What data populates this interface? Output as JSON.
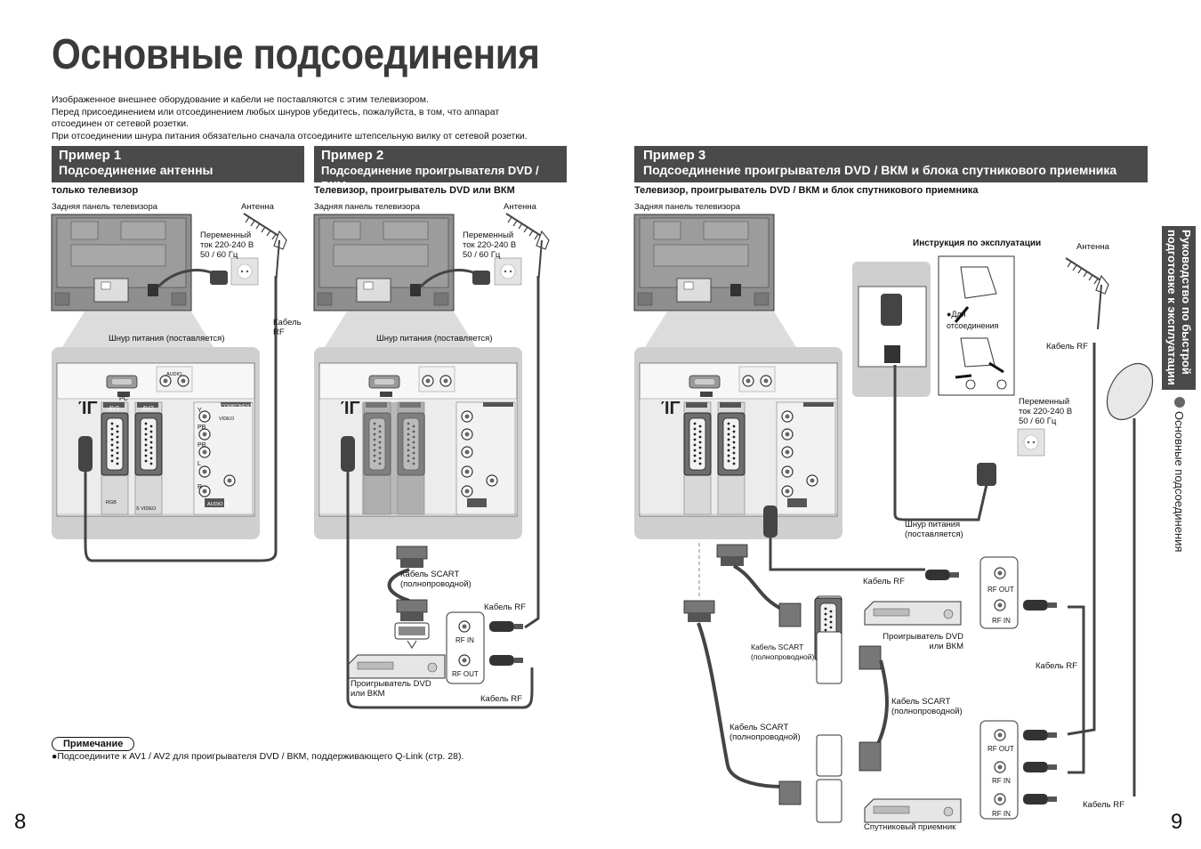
{
  "page": {
    "title": "Основные подсоединения",
    "intro": [
      "Изображенное внешнее оборудование и кабели не поставляются с этим телевизором.",
      "Перед присоединением или отсоединением любых шнуров убедитесь, пожалуйста, в том, что аппарат",
      "отсоединен от сетевой розетки.",
      "При отсоединении шнура питания обязательно сначала отсоедините штепсельную вилку от сетевой розетки."
    ],
    "page_left": "8",
    "page_right": "9",
    "side_tab": {
      "dark_line1": "Руководство по быстрой",
      "dark_line2": "подготовке к эксплуатации",
      "light": "Основные подсоединения"
    }
  },
  "example1": {
    "header1": "Пример 1",
    "header2": "Подсоединение антенны",
    "subtitle": "только телевизор",
    "rear_panel": "Задняя панель телевизора",
    "antenna": "Антенна",
    "ac": [
      "Переменный",
      "ток 220-240 В",
      "50 / 60 Гц"
    ],
    "rf_cable": [
      "Кабель",
      "RF"
    ],
    "power_cord": "Шнур питания (поставляется)"
  },
  "example2": {
    "header1": "Пример 2",
    "header2": "Подсоединение проигрывателя DVD / ВКМ",
    "subtitle": "Телевизор, проигрыватель DVD или ВКМ",
    "rear_panel": "Задняя панель телевизора",
    "antenna": "Антенна",
    "ac": [
      "Переменный",
      "ток 220-240 В",
      "50 / 60 Гц"
    ],
    "power_cord": "Шнур питания (поставляется)",
    "scart": [
      "Кабель SCART",
      "(полнопроводной)"
    ],
    "rf_cable_1": "Кабель RF",
    "rf_cable_2": "Кабель RF",
    "rf_in": "RF IN",
    "rf_out": "RF OUT",
    "player": [
      "Проигрыватель DVD",
      "или ВКМ"
    ]
  },
  "example3": {
    "header1": "Пример 3",
    "header2": "Подсоединение проигрывателя DVD / ВКМ и блока спутникового приемника",
    "subtitle": "Телевизор, проигрыватель DVD / ВКМ и блок спутникового приемника",
    "rear_panel": "Задняя панель телевизора",
    "manual": "Инструкция по эксплуатации",
    "disconnect": [
      "●Для",
      "отсоединения"
    ],
    "antenna": "Антенна",
    "rf_cable_top": "Кабель RF",
    "ac": [
      "Переменный",
      "ток 220-240 В",
      "50 / 60 Гц"
    ],
    "power_cord": [
      "Шнур питания",
      "(поставляется)"
    ],
    "rf_cable_mid": "Кабель RF",
    "rf_out": "RF OUT",
    "rf_in": "RF IN",
    "player": [
      "Проигрыватель DVD",
      "или ВКМ"
    ],
    "scart_1": [
      "Кабель SCART",
      "(полнопроводной)"
    ],
    "scart_2": [
      "Кабель SCART",
      "(полнопроводной)"
    ],
    "scart_3": [
      "Кабель SCART",
      "(полнопроводной)"
    ],
    "rf_cable_right": "Кабель RF",
    "rf_out_2": "RF OUT",
    "rf_in_2": "RF IN",
    "rf_in_3": "RF IN",
    "rf_cable_bottom": "Кабель RF",
    "satellite": "Спутниковый приемник"
  },
  "panel_labels": {
    "pc": "PC",
    "av1": "AV1",
    "av2": "AV2",
    "component": "COMPONENT",
    "audio": "AUDIO",
    "audio_in": "AUDIO IN",
    "video": "VIDEO",
    "rgb": "RGB",
    "svideo": "S VIDEO",
    "y": "Y",
    "pb": "PB",
    "pr": "PR",
    "l": "L",
    "r": "R"
  },
  "note": {
    "label": "Примечание",
    "text": "●Подсоедините к AV1 / AV2 для проигрывателя DVD / ВКМ, поддерживающего Q-Link (стр. 28)."
  },
  "colors": {
    "header_bg": "#4a4a4a",
    "panel_bg": "#cfcfcf",
    "tv_bg": "#8e8e8e",
    "cable": "#444444"
  }
}
